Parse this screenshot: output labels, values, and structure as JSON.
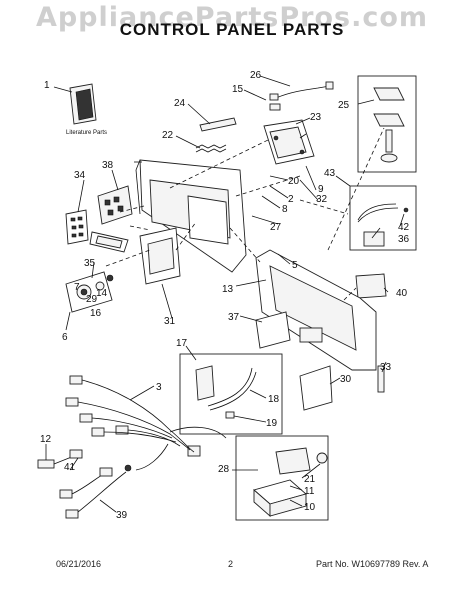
{
  "watermark": "AppliancePartsPros.com",
  "title": "CONTROL PANEL PARTS",
  "literature_label": "Literature Parts",
  "footer": {
    "date": "06/21/2016",
    "page": "2",
    "part_info": "Part No. W10697789 Rev. A"
  },
  "callouts": [
    "1",
    "2",
    "3",
    "5",
    "6",
    "7",
    "8",
    "9",
    "10",
    "11",
    "12",
    "13",
    "14",
    "15",
    "16",
    "17",
    "18",
    "19",
    "20",
    "21",
    "22",
    "23",
    "24",
    "25",
    "26",
    "27",
    "28",
    "29",
    "30",
    "31",
    "32",
    "33",
    "34",
    "35",
    "36",
    "37",
    "38",
    "39",
    "40",
    "41",
    "42",
    "43"
  ]
}
